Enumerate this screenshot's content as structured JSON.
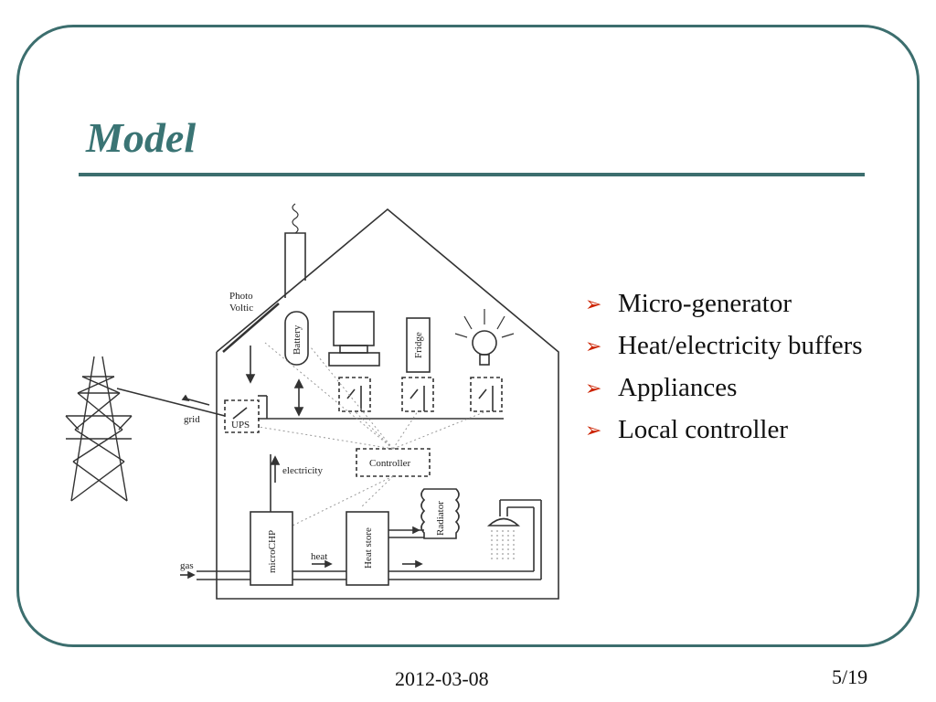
{
  "slide": {
    "title": "Model",
    "bullets": [
      "Micro-generator",
      "Heat/electricity buffers",
      "Appliances",
      "Local controller"
    ],
    "date": "2012-03-08",
    "page": "5/19"
  },
  "diagram": {
    "photo_line1": "Photo",
    "photo_line2": "Voltic",
    "battery": "Battery",
    "fridge": "Fridge",
    "grid": "grid",
    "ups": "UPS",
    "electricity": "electricity",
    "controller": "Controller",
    "microchp": "microCHP",
    "heat_store": "Heat store",
    "radiator": "Radiator",
    "heat": "heat",
    "gas": "gas"
  },
  "colors": {
    "frame": "#3c6e6e",
    "title": "#3a7474",
    "bullet_arrow": "#cc2200"
  }
}
